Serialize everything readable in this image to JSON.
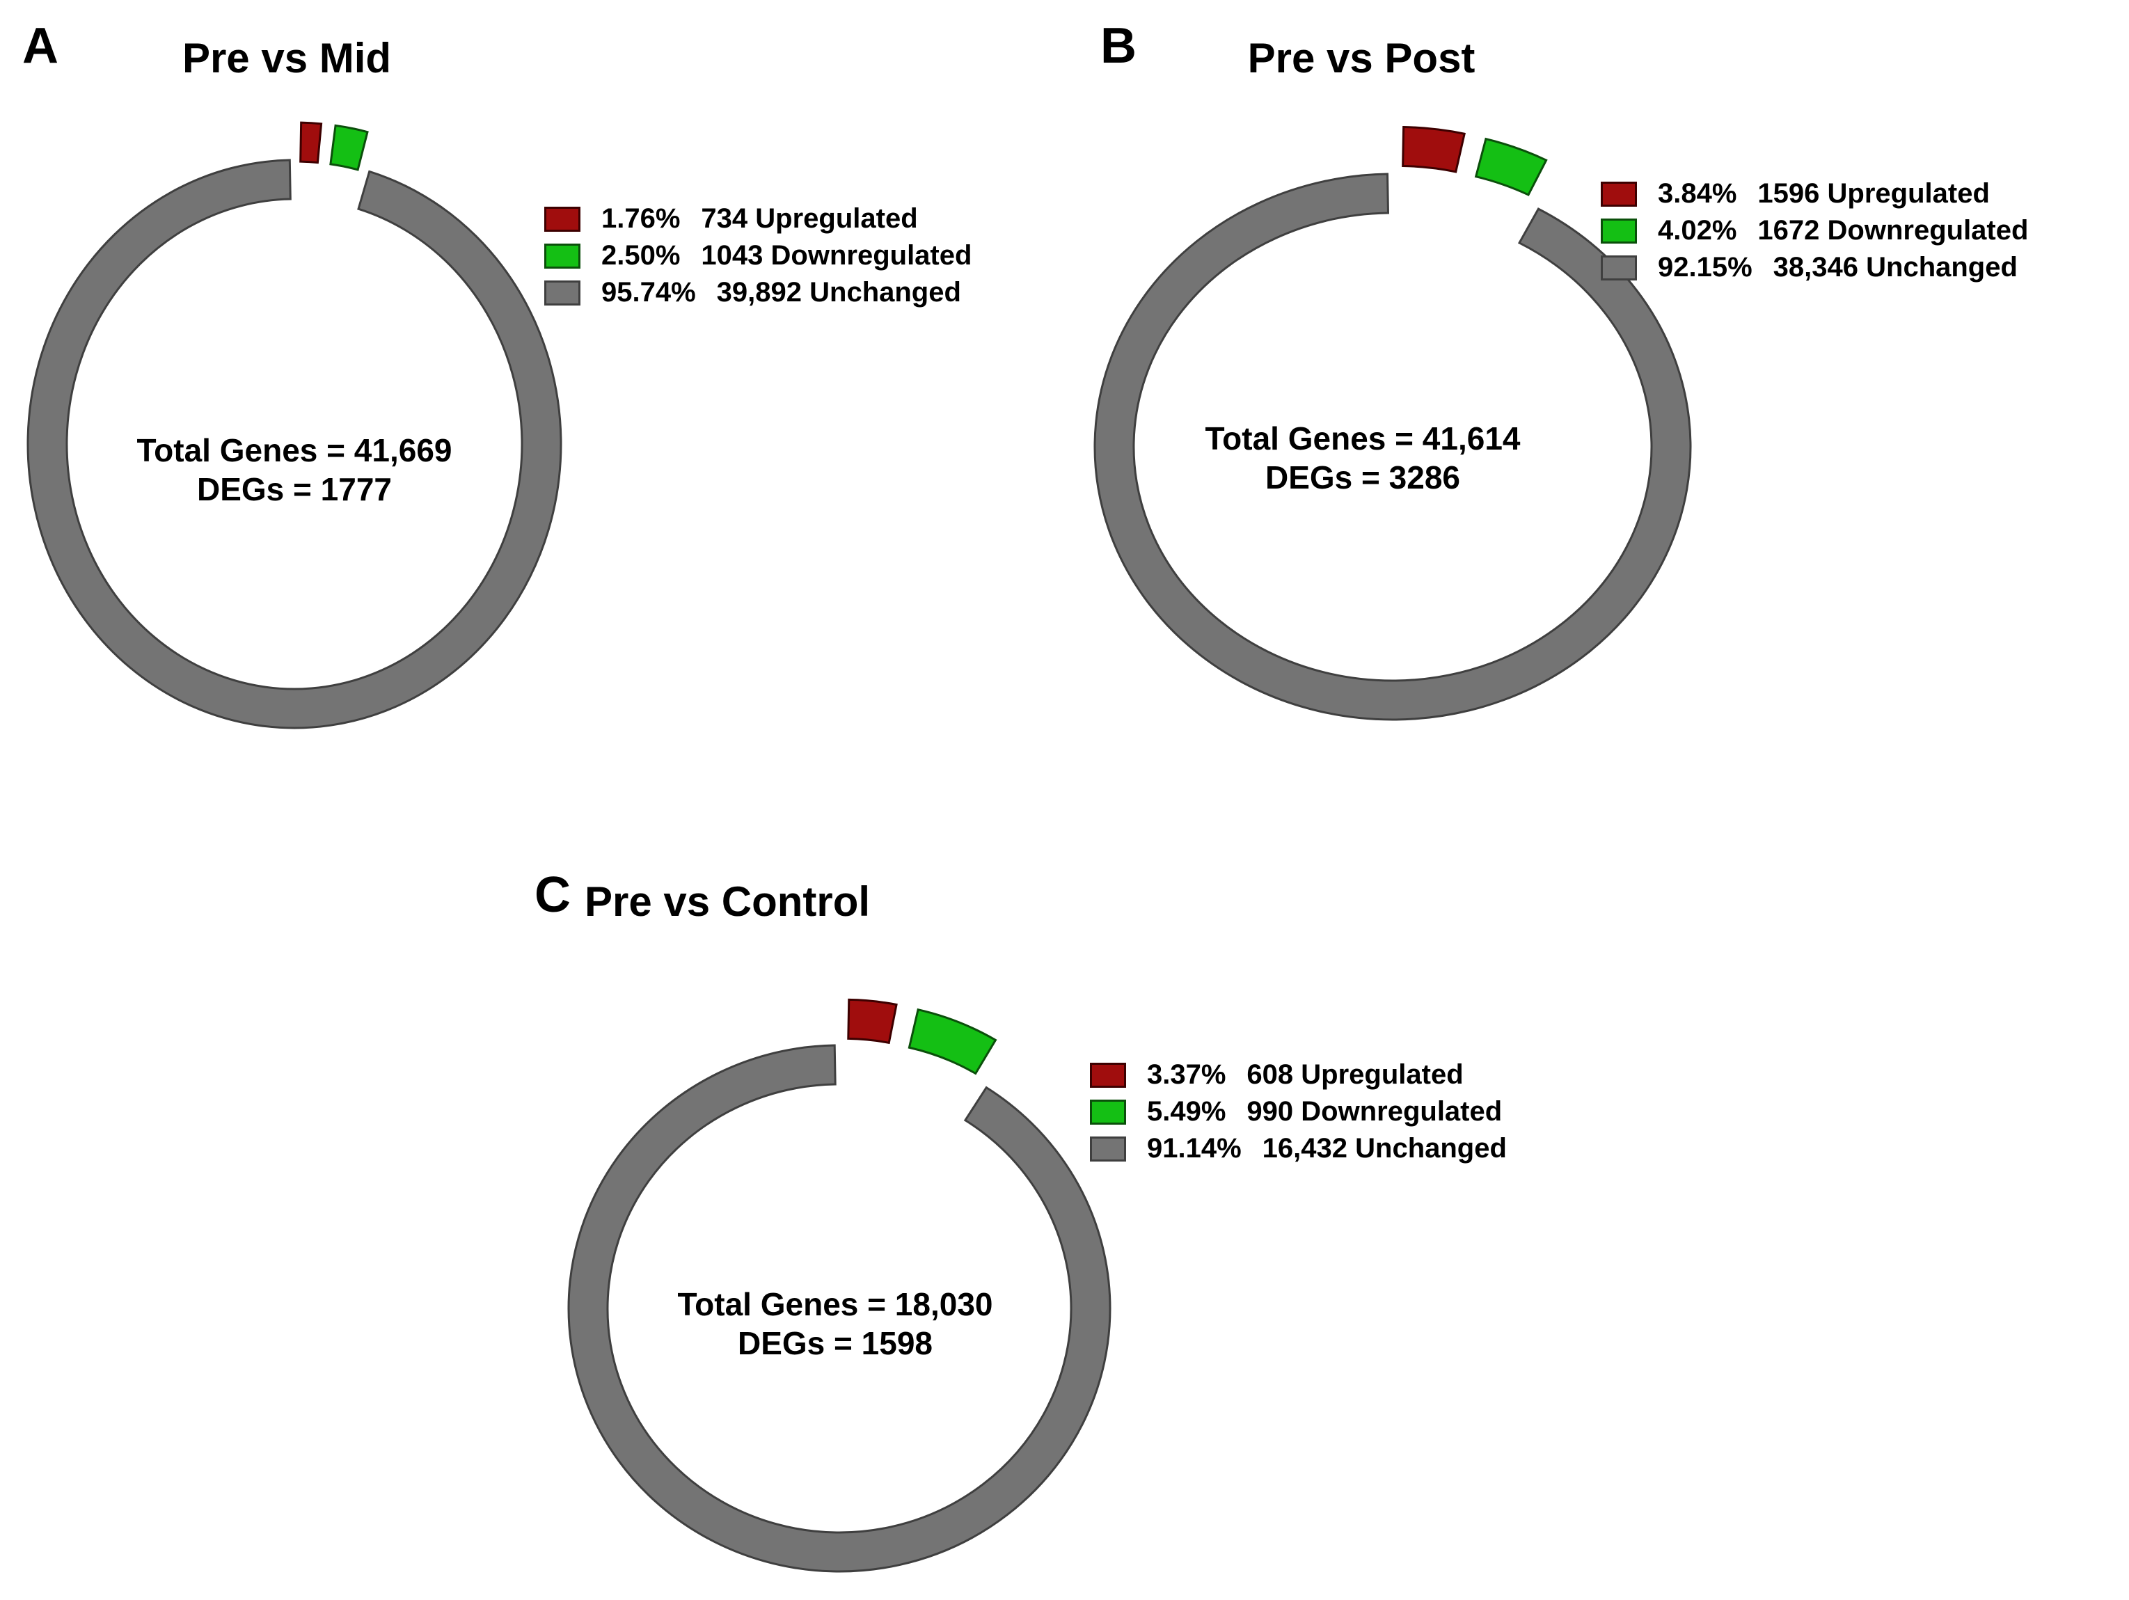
{
  "figure": {
    "background": "#ffffff",
    "description": "Three exploded donut charts of differentially expressed genes"
  },
  "colors": {
    "upregulated": "#A00D0D",
    "upregulated_border": "#3D0000",
    "downregulated": "#14BF14",
    "downregulated_border": "#0B4F0B",
    "unchanged": "#747474",
    "unchanged_border": "#3F3F3F",
    "text": "#000000"
  },
  "chart_data": [
    {
      "type": "donut",
      "panel_label": "A",
      "title": "Pre vs Mid",
      "total_genes": 41669,
      "degs": 1777,
      "center": {
        "line1": "Total Genes = 41,669",
        "line2": "DEGs = 1777"
      },
      "legend_position": "right",
      "start_angle_deg": 0,
      "direction": "clockwise",
      "segments": [
        {
          "name": "Upregulated",
          "pct": 1.76,
          "count": 734,
          "pct_label": "1.76%",
          "count_label": "734",
          "color": "#A00D0D",
          "border": "#3D0000",
          "exploded": true
        },
        {
          "name": "Downregulated",
          "pct": 2.5,
          "count": 1043,
          "pct_label": "2.50%",
          "count_label": "1043",
          "color": "#14BF14",
          "border": "#0B4F0B",
          "exploded": true
        },
        {
          "name": "Unchanged",
          "pct": 95.74,
          "count": 39892,
          "pct_label": "95.74%",
          "count_label": "39,892",
          "color": "#747474",
          "border": "#3F3F3F",
          "exploded": false
        }
      ]
    },
    {
      "type": "donut",
      "panel_label": "B",
      "title": "Pre vs Post",
      "total_genes": 41614,
      "degs": 3286,
      "center": {
        "line1": "Total Genes = 41,614",
        "line2": "DEGs = 3286"
      },
      "legend_position": "right",
      "start_angle_deg": 0,
      "direction": "clockwise",
      "segments": [
        {
          "name": "Upregulated",
          "pct": 3.84,
          "count": 1596,
          "pct_label": "3.84%",
          "count_label": "1596",
          "color": "#A00D0D",
          "border": "#3D0000",
          "exploded": true
        },
        {
          "name": "Downregulated",
          "pct": 4.02,
          "count": 1672,
          "pct_label": "4.02%",
          "count_label": "1672",
          "color": "#14BF14",
          "border": "#0B4F0B",
          "exploded": true
        },
        {
          "name": "Unchanged",
          "pct": 92.15,
          "count": 38346,
          "pct_label": "92.15%",
          "count_label": "38,346",
          "color": "#747474",
          "border": "#3F3F3F",
          "exploded": false
        }
      ]
    },
    {
      "type": "donut",
      "panel_label": "C",
      "title": "Pre vs Control",
      "total_genes": 18030,
      "degs": 1598,
      "center": {
        "line1": "Total Genes = 18,030",
        "line2": "DEGs = 1598"
      },
      "legend_position": "right",
      "start_angle_deg": 0,
      "direction": "clockwise",
      "segments": [
        {
          "name": "Upregulated",
          "pct": 3.37,
          "count": 608,
          "pct_label": "3.37%",
          "count_label": "608",
          "color": "#A00D0D",
          "border": "#3D0000",
          "exploded": true
        },
        {
          "name": "Downregulated",
          "pct": 5.49,
          "count": 990,
          "pct_label": "5.49%",
          "count_label": "990",
          "color": "#14BF14",
          "border": "#0B4F0B",
          "exploded": true
        },
        {
          "name": "Unchanged",
          "pct": 91.14,
          "count": 16432,
          "pct_label": "91.14%",
          "count_label": "16,432",
          "color": "#747474",
          "border": "#3F3F3F",
          "exploded": false
        }
      ]
    }
  ]
}
